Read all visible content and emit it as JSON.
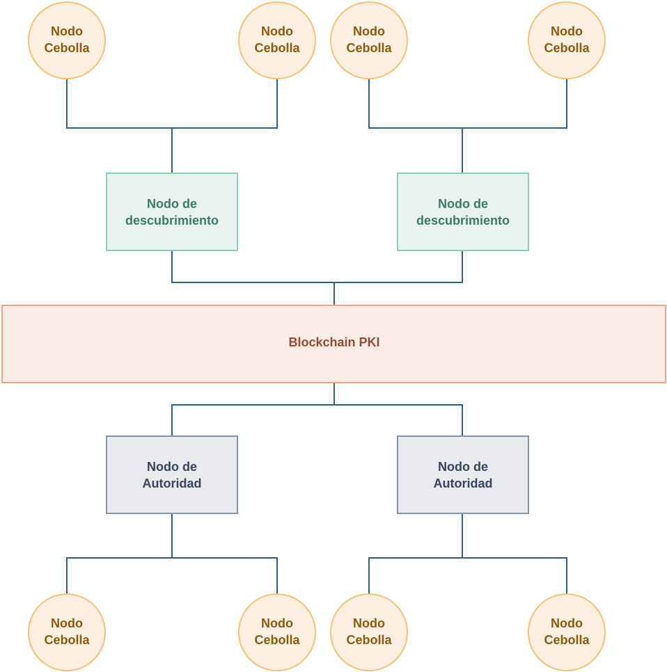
{
  "onion_nodes": {
    "label_line1": "Nodo",
    "label_line2": "Cebolla",
    "count": 8
  },
  "discovery_nodes": [
    {
      "line1": "Nodo de",
      "line2": "descubrimiento"
    },
    {
      "line1": "Nodo de",
      "line2": "descubrimiento"
    }
  ],
  "pki": {
    "label": "Blockchain PKI"
  },
  "authority_nodes": [
    {
      "line1": "Nodo de",
      "line2": "Autoridad"
    },
    {
      "line1": "Nodo de",
      "line2": "Autoridad"
    }
  ],
  "colors": {
    "connector": "#2e5f8a",
    "onion_fill": "#fcefe1",
    "onion_stroke": "#f2c27a",
    "onion_text": "#8a5a10",
    "discovery_fill": "#e8f3ef",
    "discovery_stroke": "#8fcdb4",
    "discovery_text": "#3b7a66",
    "authority_fill": "#e8eaee",
    "authority_stroke": "#8494ab",
    "authority_text": "#37445c",
    "pki_fill": "#fbebe7",
    "pki_stroke": "#eda58a",
    "pki_text": "#8c4f36"
  }
}
